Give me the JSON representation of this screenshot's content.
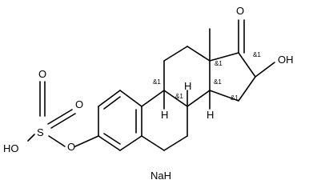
{
  "atoms": {
    "o_ketone": "O",
    "oh_top_right": "OH",
    "o_sulfonyl_top": "O",
    "s_sulfur": "S",
    "o_sulfonyl_right": "O",
    "ho_left": "HO",
    "o_ester": "O",
    "h_upper_middle": "H",
    "h_lower_left": "H",
    "h_lower_right": "H"
  },
  "stereo_labels": {
    "label_16": "&1",
    "label_13": "&1",
    "label_14": "&1",
    "label_9": "&1",
    "label_8": "&1",
    "label_17": "&1"
  },
  "salt": {
    "counterion": "NaH"
  },
  "colors": {
    "ink": "#000000",
    "background": "#ffffff"
  }
}
